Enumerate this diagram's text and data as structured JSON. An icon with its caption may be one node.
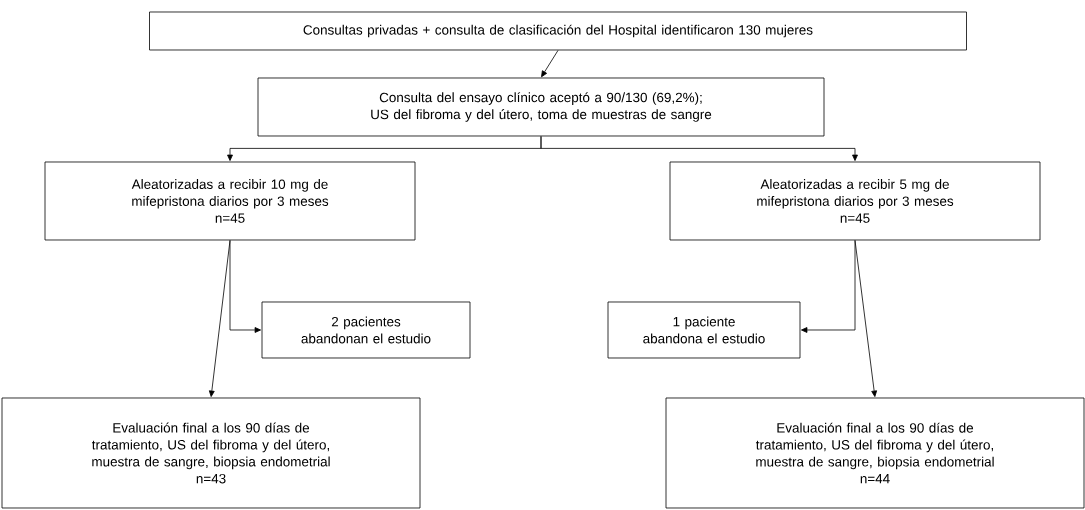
{
  "diagram": {
    "nodes": [
      {
        "text": [
          "Consultas privadas + consulta de clasificación del Hospital identificaron 130 mujeres"
        ]
      },
      {
        "text": [
          "Consulta del ensayo clínico aceptó a 90/130 (69,2%); US del fibroma y del útero, toma de muestras de sangre"
        ]
      },
      {
        "text": [
          "Aleatorizadas a recibir 10 mg de mifepristona diarios por 3 meses",
          "n=45"
        ]
      },
      {
        "text": [
          "Aleatorizadas a recibir 5 mg de mifepristona diarios por 3 meses",
          "n=45"
        ]
      },
      {
        "text": [
          "2 pacientes abandonan el estudio"
        ]
      },
      {
        "text": [
          "1 paciente abandona el estudio"
        ]
      },
      {
        "text": [
          "Evaluación final a los 90 días de tratamiento, US del fibroma y del útero, muestra de sangre, biopsia endometrial",
          "n=43"
        ]
      },
      {
        "text": [
          "Evaluación final a los 90 días de tratamiento, US del fibroma y del útero, muestra de sangre, biopsia endometrial",
          "n=44"
        ]
      }
    ],
    "edges": [
      {
        "from": 0,
        "to": 1,
        "arrow": "to"
      },
      {
        "from": 1,
        "to": 2,
        "arrow": "to"
      },
      {
        "from": 1,
        "to": 3,
        "arrow": "to"
      },
      {
        "from": 2,
        "to": 4,
        "arrow": "to"
      },
      {
        "from": 2,
        "to": 6,
        "arrow": "to"
      },
      {
        "from": 3,
        "to": 5,
        "arrow": "to"
      },
      {
        "from": 3,
        "to": 7,
        "arrow": "to"
      }
    ]
  }
}
